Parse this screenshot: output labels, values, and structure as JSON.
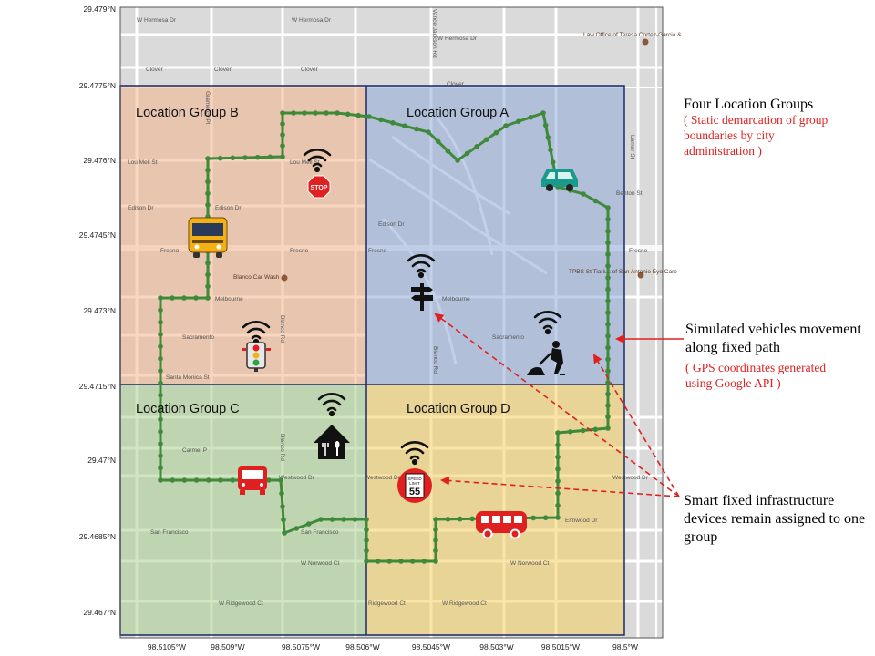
{
  "axes": {
    "lat_ticks": [
      "29.479°N",
      "29.4775°N",
      "29.476°N",
      "29.4745°N",
      "29.473°N",
      "29.4715°N",
      "29.47°N",
      "29.4685°N",
      "29.467°N"
    ],
    "lon_ticks": [
      "98.5105°W",
      "98.509°W",
      "98.5075°W",
      "98.506°W",
      "98.5045°W",
      "98.503°W",
      "98.5015°W",
      "98.5°W"
    ]
  },
  "groups": {
    "a": {
      "label": "Location Group A",
      "color": "#8fa9d8"
    },
    "b": {
      "label": "Location Group B",
      "color": "#f2b48d"
    },
    "c": {
      "label": "Location Group C",
      "color": "#a9cf8e"
    },
    "d": {
      "label": "Location Group D",
      "color": "#f5cf63"
    }
  },
  "streets": [
    "W Hermosa Dr",
    "W Hermosa Dr",
    "W Hermosa Dr",
    "Clover",
    "Clover",
    "Clover",
    "Clover",
    "Lou Mell St",
    "Lou Mell St",
    "Edison Dr",
    "Edison Dr",
    "Edison Dr",
    "Fresno",
    "Fresno",
    "Fresno",
    "Fresno",
    "Melbourne",
    "Melbourne",
    "Sacramento",
    "Sacramento",
    "Santa Monica St",
    "Carmel P",
    "Westwood Dr",
    "Westwood Dr",
    "Westwood Dr",
    "San Francisco",
    "San Francisco",
    "Elmwood Dr",
    "W Norwood Ct",
    "W Norwood Ct",
    "W Ridgewood Ct",
    "W Ridgewood Ct",
    "Ridgewood Ct",
    "Blanco Rd",
    "Blanco Rd",
    "Blanco Rd",
    "Gramercy Pl",
    "Vance Jackson Rd",
    "Lamar St",
    "Benton St"
  ],
  "pois": {
    "law_office": "Law Office of Teresa Cortez-Garcia & ...",
    "car_wash": "Blanco Car Wash",
    "tpbs": "TPBS St Tiarius of San Antonio Eye Care"
  },
  "signs": {
    "stop": "STOP",
    "speed_top": "SPEED\nLIMIT",
    "speed_value": "55"
  },
  "annotations": {
    "groups_title": "Four Location Groups",
    "groups_sub": "( Static demarcation of group boundaries by city administration )",
    "vehicles_title": "Simulated vehicles movement along fixed path",
    "vehicles_sub": "( GPS coordinates generated using Google API )",
    "infra_title": "Smart fixed infrastructure devices remain assigned to one group"
  },
  "colors": {
    "path": "#3f8a3a",
    "arrow": "#e02020",
    "wifi": "#111111"
  }
}
